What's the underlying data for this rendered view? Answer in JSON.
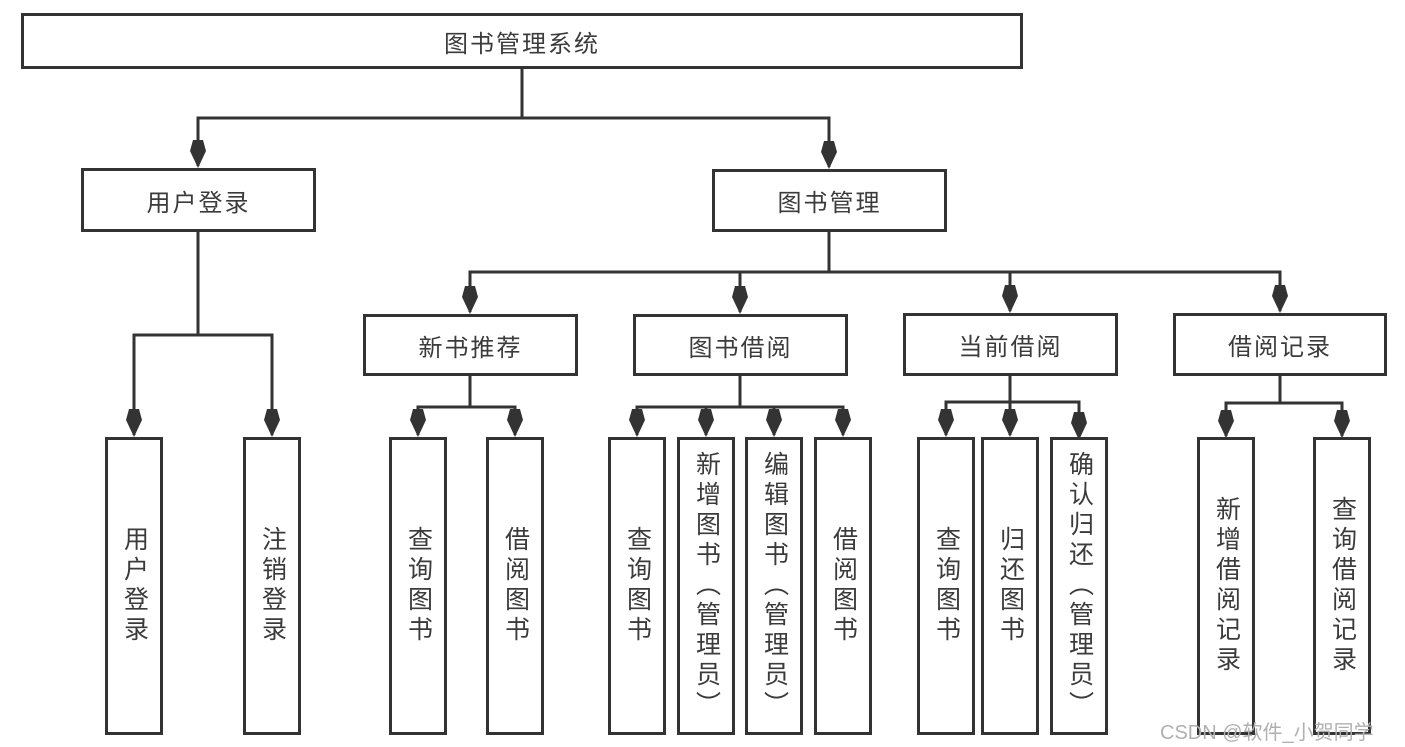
{
  "tree": {
    "label": "图书管理系统",
    "children": [
      {
        "label": "用户登录",
        "children": [
          {
            "label": "用户登录"
          },
          {
            "label": "注销登录"
          }
        ]
      },
      {
        "label": "图书管理",
        "children": [
          {
            "label": "新书推荐",
            "children": [
              {
                "label": "查询图书"
              },
              {
                "label": "借阅图书"
              }
            ]
          },
          {
            "label": "图书借阅",
            "children": [
              {
                "label": "查询图书"
              },
              {
                "label": "新增图书（管理员）"
              },
              {
                "label": "编辑图书（管理员）"
              },
              {
                "label": "借阅图书"
              }
            ]
          },
          {
            "label": "当前借阅",
            "children": [
              {
                "label": "查询图书"
              },
              {
                "label": "归还图书"
              },
              {
                "label": "确认归还（管理员）"
              }
            ]
          },
          {
            "label": "借阅记录",
            "children": [
              {
                "label": "新增借阅记录"
              },
              {
                "label": "查询借阅记录"
              }
            ]
          }
        ]
      }
    ]
  },
  "watermark": "CSDN @软件_小贺同学",
  "colors": {
    "line": "#333333",
    "text": "#3b3b3b",
    "watermark_text": "#b0b0b0",
    "background": "#ffffff"
  }
}
